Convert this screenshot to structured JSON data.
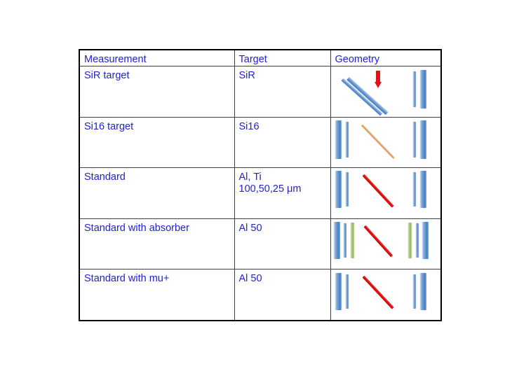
{
  "slide": {
    "background_color": "#ffffff",
    "text_color": "#2222cc",
    "border_color": "#000000"
  },
  "table": {
    "headers": [
      {
        "label": "Measurement",
        "name": "header-measurement"
      },
      {
        "label": "Target",
        "name": "header-target"
      },
      {
        "label": "Geometry",
        "name": "header-geometry"
      }
    ],
    "rows": [
      {
        "measurement": "SiR target",
        "target": "SiR",
        "geometry": {
          "description": "two diagonal blue target bars with red downward beam arrow, two vertical blue detector bars at right",
          "left_bars": [],
          "right_bars": [
            "thin-blue",
            "thick-blue"
          ],
          "diagonal": "blue-double-bar",
          "arrow": "red-down-arrow"
        }
      },
      {
        "measurement": "Si16 target",
        "target": "Si16",
        "geometry": {
          "description": "two vertical blue bars at left, orange diagonal foil, two vertical blue bars at right",
          "left_bars": [
            "thick-blue",
            "thin-blue"
          ],
          "right_bars": [
            "thin-blue",
            "thick-blue"
          ],
          "diagonal": "orange-line",
          "arrow": "none"
        }
      },
      {
        "measurement": "Standard",
        "target": "Al, Ti\n100,50,25 μm",
        "geometry": {
          "description": "two vertical blue bars at left, red diagonal foil, two vertical blue bars at right",
          "left_bars": [
            "thick-blue",
            "thin-blue"
          ],
          "right_bars": [
            "thin-blue",
            "thick-blue"
          ],
          "diagonal": "red-line",
          "arrow": "none"
        }
      },
      {
        "measurement": "Standard with absorber",
        "target": "Al 50",
        "geometry": {
          "description": "thick blue, thin blue and green absorber bars at left, red diagonal foil, mirrored green, thin blue and thick blue bars at right",
          "left_bars": [
            "thick-blue",
            "thin-blue",
            "green-absorber"
          ],
          "right_bars": [
            "green-absorber",
            "thin-blue",
            "thick-blue"
          ],
          "diagonal": "red-line",
          "arrow": "none"
        }
      },
      {
        "measurement": "Standard with mu+",
        "target": "Al 50",
        "geometry": {
          "description": "two vertical blue bars at left, red diagonal foil, two vertical blue bars at right",
          "left_bars": [
            "thick-blue",
            "thin-blue"
          ],
          "right_bars": [
            "thin-blue",
            "thick-blue"
          ],
          "diagonal": "red-line",
          "arrow": "none"
        }
      }
    ]
  },
  "colors": {
    "text_blue": "#2222cc",
    "bar_blue_light": "#cfe0f4",
    "bar_blue_dark": "#4a7fc0",
    "absorber_green": "#9cb870",
    "foil_orange": "#e3a269",
    "foil_red": "#e01010",
    "arrow_red": "#e21212",
    "table_border": "#000000",
    "cell_border": "#3f3f3f"
  }
}
